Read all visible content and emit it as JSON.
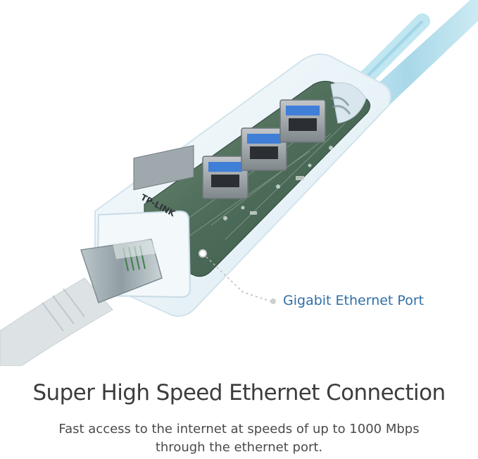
{
  "product": {
    "brand_mark": "TP-LINK",
    "callout": "Gigabit Ethernet Port"
  },
  "headline": "Super High Speed Ethernet Connection",
  "description": {
    "line1": "Fast access to the internet at speeds of up to 1000 Mbps",
    "line2": "through the ethernet port."
  },
  "colors": {
    "callout_text": "#2f6fa6",
    "headline_text": "#3c3c3c",
    "body_text": "#4a4a4a",
    "pcb_green": "#4f6f5a",
    "usb_blue": "#3f7fd8",
    "housing": "#eaf3f8",
    "cable": "#a9d8e8"
  },
  "icons": [
    "usb-port-icon",
    "ethernet-plug-icon"
  ]
}
